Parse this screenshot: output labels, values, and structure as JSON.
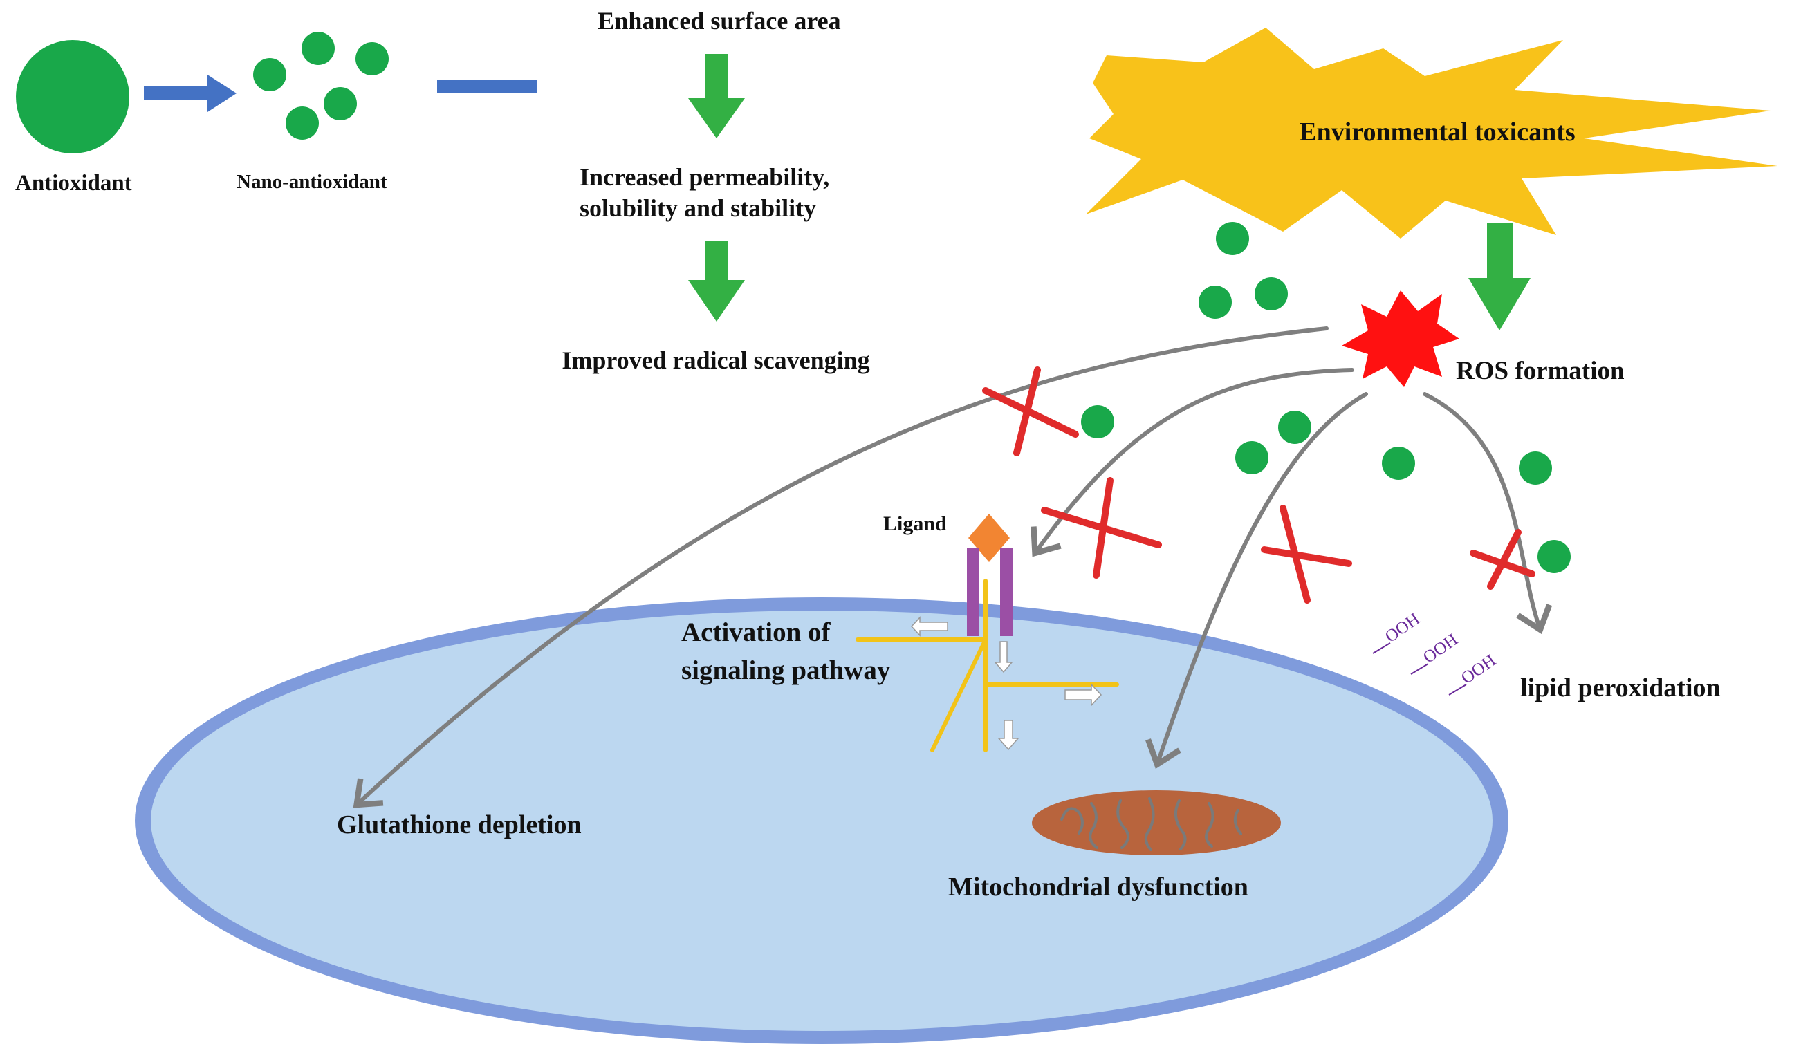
{
  "labels": {
    "antioxidant": "Antioxidant",
    "nano_antioxidant": "Nano-antioxidant",
    "enhanced_surface_area": "Enhanced  surface area",
    "increased_line1": "Increased permeability,",
    "increased_line2": "solubility and stability",
    "improved_scavenging": "Improved radical  scavenging",
    "environmental_toxicants": "Environmental  toxicants",
    "ros_formation": "ROS  formation",
    "ligand": "Ligand",
    "activation_line1": "Activation  of",
    "activation_line2": "signaling  pathway",
    "lipid_peroxidation": "lipid  peroxidation",
    "glutathione_depletion": "Glutathione  depletion",
    "mitochondrial_dysfunction": "Mitochondrial  dysfunction",
    "ooh_1": "OOH",
    "ooh_2": "OOH",
    "ooh_3": "OOH"
  },
  "colors": {
    "antioxidant_green": "#19a84a",
    "flow_arrow_blue": "#4472c4",
    "process_arrow_green": "#33b044",
    "toxicant_star": "#f8c21a",
    "ros_star": "#ff1111",
    "block_cross": "#e02b2b",
    "pathway_arrow_gray": "#7f7f7f",
    "cell_membrane": "#7f9bdc",
    "cell_interior": "#bcd7f0",
    "receptor_purple": "#9b4fa5",
    "ligand_orange": "#f28532",
    "signal_yellow": "#f2c318",
    "mitochondria": "#b8643d",
    "ooh_text": "#6a2a9a"
  },
  "icons": [
    "antioxidant-sphere",
    "nano-particle",
    "right-arrow",
    "down-arrow",
    "starburst",
    "cross-mark",
    "receptor",
    "ligand-diamond",
    "mitochondrion"
  ]
}
